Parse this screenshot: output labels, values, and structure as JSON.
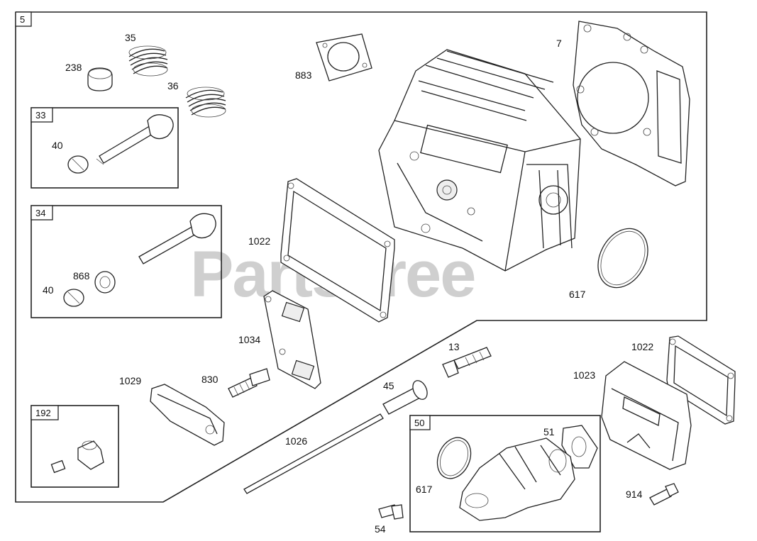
{
  "watermark": "PartsTree",
  "group_labels": {
    "main": "5",
    "intake_valve": "33",
    "exhaust_valve": "34",
    "fitting": "192",
    "intake_manifold": "50"
  },
  "part_labels": {
    "p238": "238",
    "p35": "35",
    "p36": "36",
    "p40a": "40",
    "p40b": "40",
    "p868": "868",
    "p883": "883",
    "p7": "7",
    "p1022a": "1022",
    "p617a": "617",
    "p1034": "1034",
    "p830": "830",
    "p1029": "1029",
    "p13": "13",
    "p45": "45",
    "p1026": "1026",
    "p1022b": "1022",
    "p1023": "1023",
    "p51": "51",
    "p617b": "617",
    "p914": "914",
    "p54": "54"
  }
}
